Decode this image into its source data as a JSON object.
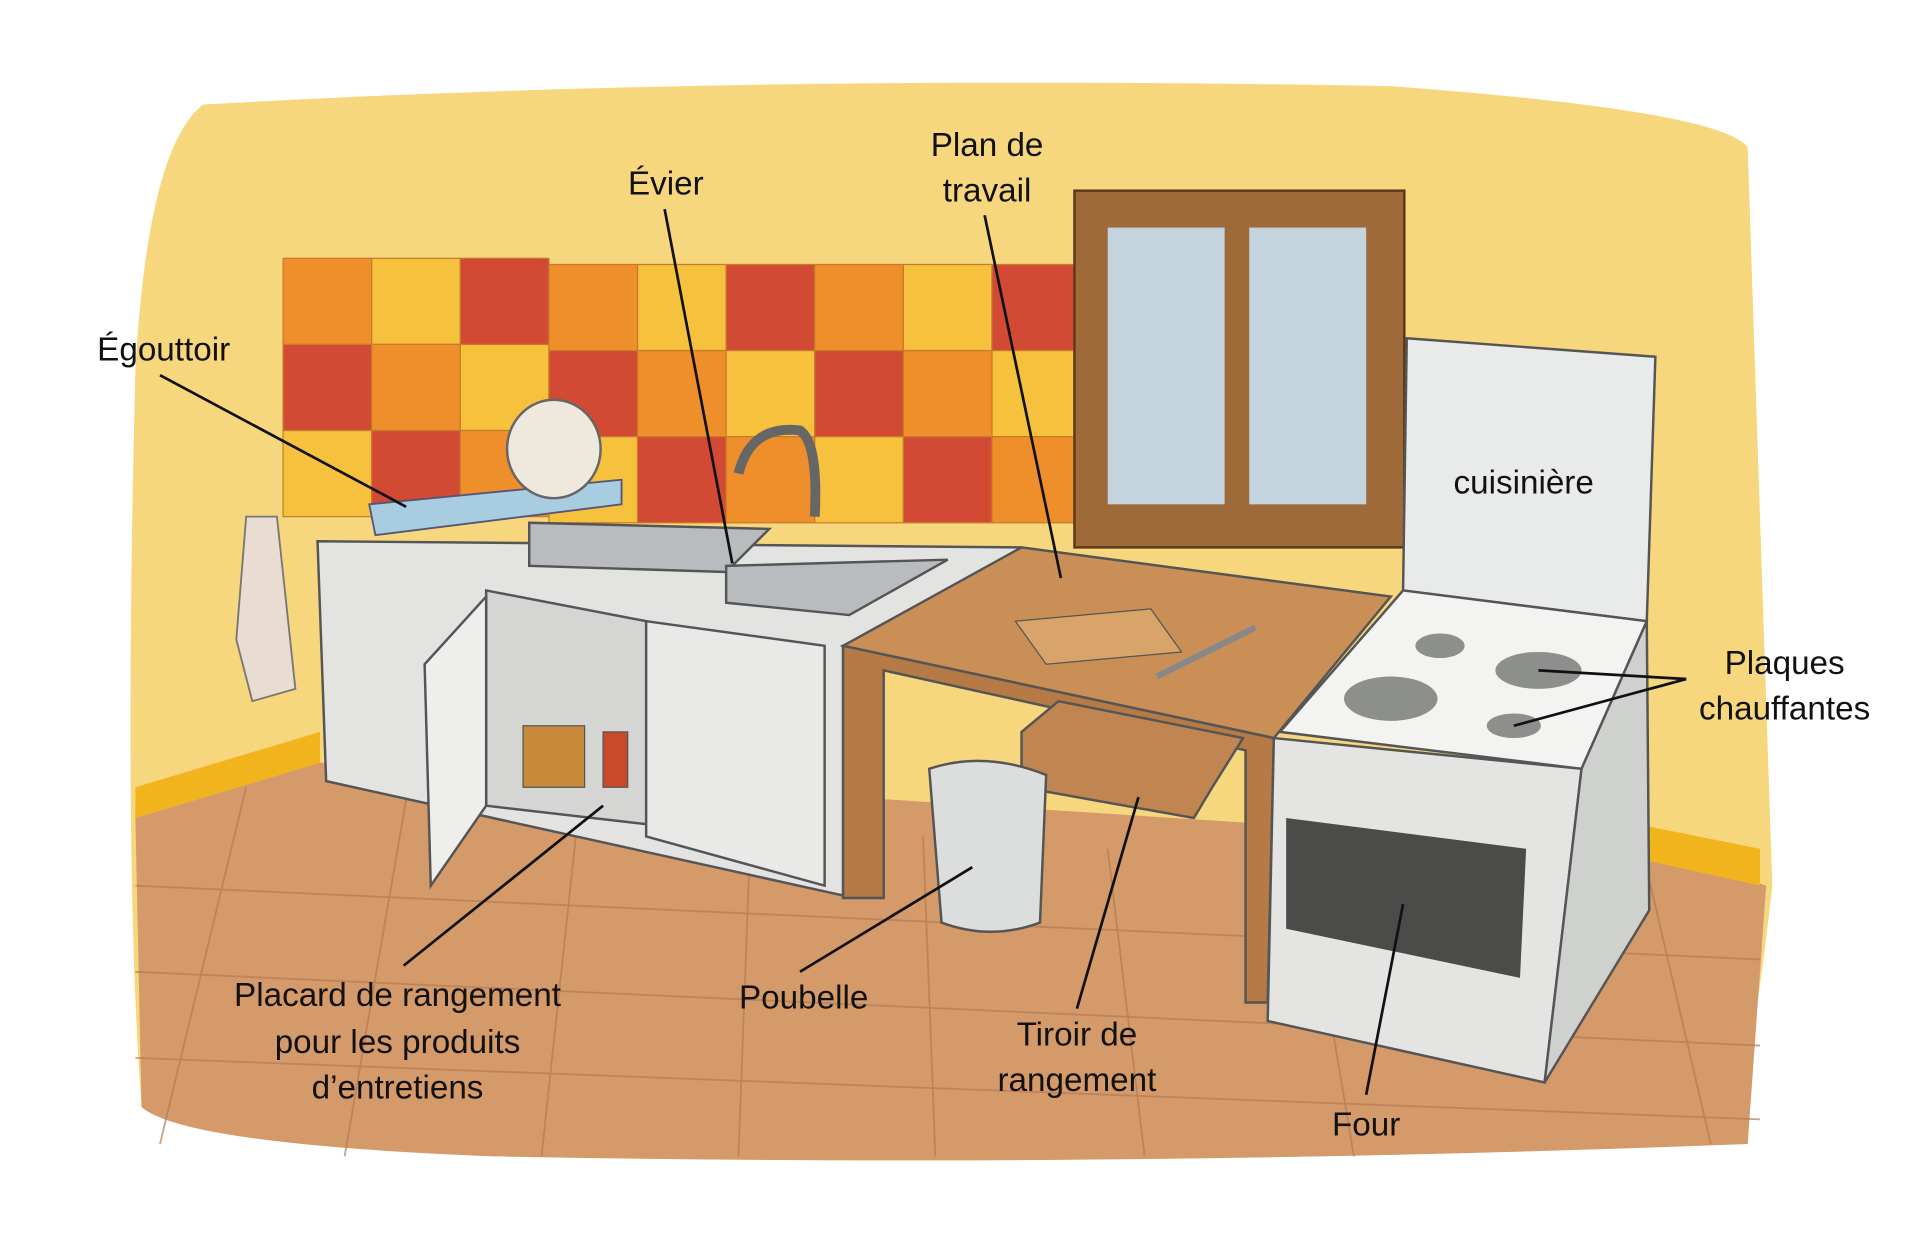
{
  "title": "Illustration de cuisine annotée",
  "colors": {
    "wall": "#f7d77e",
    "floor": "#d49a6a",
    "tile_orange": "#ef8f2c",
    "tile_red": "#d24a33",
    "tile_yellow": "#f6c13c",
    "counter": "#c98f57",
    "appliance": "#e6e7e6"
  },
  "labels": {
    "drainer": "Égouttoir",
    "sink": "Évier",
    "worktop": [
      "Plan de",
      "travail"
    ],
    "stove": "cuisinière",
    "hotplates": [
      "Plaques",
      "chauffantes"
    ],
    "cupboard": [
      "Placard de rangement",
      "pour les produits",
      "d’entretiens"
    ],
    "bin": "Poubelle",
    "drawer": [
      "Tiroir de",
      "rangement"
    ],
    "oven": "Four"
  }
}
